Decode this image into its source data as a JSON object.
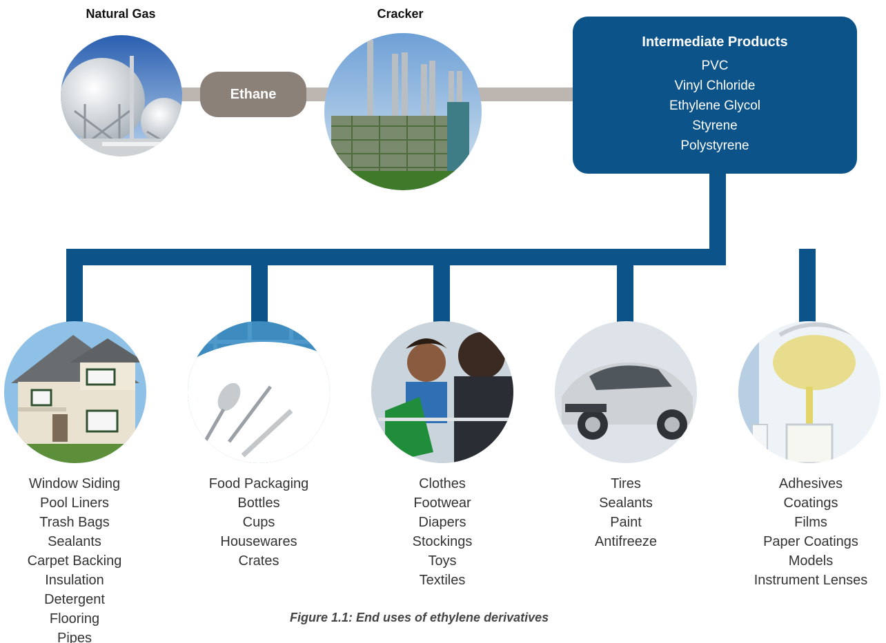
{
  "top": {
    "natural_gas_label": "Natural Gas",
    "ethane_label": "Ethane",
    "cracker_label": "Cracker"
  },
  "intermediate": {
    "title": "Intermediate Products",
    "items": [
      "PVC",
      "Vinyl Chloride",
      "Ethylene Glycol",
      "Styrene",
      "Polystyrene"
    ]
  },
  "end_uses": [
    {
      "image": "house-icon",
      "items": [
        "Window Siding",
        "Pool Liners",
        "Trash Bags",
        "Sealants",
        "Carpet Backing",
        "Insulation",
        "Detergent",
        "Flooring",
        "Pipes"
      ]
    },
    {
      "image": "plate-cutlery-icon",
      "items": [
        "Food Packaging",
        "Bottles",
        "Cups",
        "Housewares",
        "Crates"
      ]
    },
    {
      "image": "family-clothes-icon",
      "items": [
        "Clothes",
        "Footwear",
        "Diapers",
        "Stockings",
        "Toys",
        "Textiles"
      ]
    },
    {
      "image": "car-icon",
      "items": [
        "Tires",
        "Sealants",
        "Paint",
        "Antifreeze"
      ]
    },
    {
      "image": "liquid-pour-icon",
      "items": [
        "Adhesives",
        "Coatings",
        "Films",
        "Paper Coatings",
        "Models",
        "Instrument Lenses"
      ]
    }
  ],
  "caption": "Figure 1.1: End uses of ethylene derivatives",
  "colors": {
    "blue": "#0b5389",
    "ethane": "#8b8179",
    "connector": "#bdb6b0"
  }
}
